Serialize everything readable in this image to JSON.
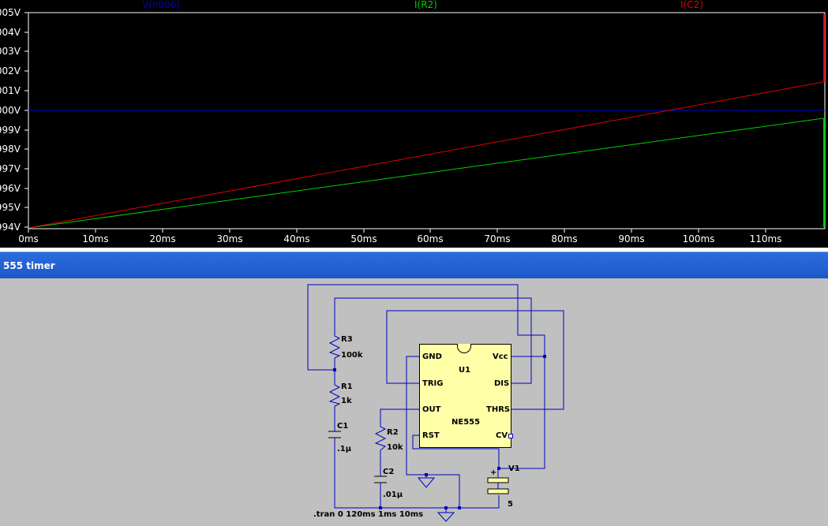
{
  "plot": {
    "traces": [
      {
        "name": "V(n006)",
        "color": "#0000c0"
      },
      {
        "name": "I(R2)",
        "color": "#00d000"
      },
      {
        "name": "I(C2)",
        "color": "#e00000"
      }
    ],
    "y_ticks": [
      "005V",
      "004V",
      "003V",
      "002V",
      "001V",
      "000V",
      "999V",
      "998V",
      "997V",
      "996V",
      "995V",
      "994V"
    ],
    "x_ticks": [
      "0ms",
      "10ms",
      "20ms",
      "30ms",
      "40ms",
      "50ms",
      "60ms",
      "70ms",
      "80ms",
      "90ms",
      "100ms",
      "110ms"
    ],
    "colors": {
      "background": "#000000",
      "axis": "#ffffff"
    }
  },
  "schematic": {
    "title": "555 timer",
    "chip": {
      "ref": "U1",
      "model": "NE555",
      "pins_left": [
        "GND",
        "TRIG",
        "OUT",
        "RST"
      ],
      "pins_right": [
        "Vcc",
        "DIS",
        "THRS",
        "CV"
      ]
    },
    "r3": {
      "ref": "R3",
      "value": "100k"
    },
    "r1": {
      "ref": "R1",
      "value": "1k"
    },
    "c1": {
      "ref": "C1",
      "value": ".1µ"
    },
    "r2": {
      "ref": "R2",
      "value": "10k"
    },
    "c2": {
      "ref": "C2",
      "value": ".01µ"
    },
    "v1": {
      "ref": "V1",
      "value": "5",
      "plus": "+"
    },
    "directive": ".tran 0 120ms 1ms 10ms",
    "wire_color": "#0000c0"
  }
}
